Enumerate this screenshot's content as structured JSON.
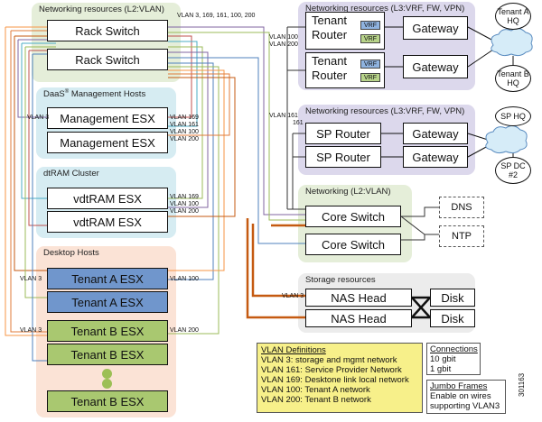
{
  "groups": {
    "l2": "Networking resources (L2:VLAN)",
    "daas": "DaaS",
    "daas_sup": "®",
    "daas_rest": " Management Hosts",
    "dtram": "dtRAM Cluster",
    "desktop": "Desktop Hosts",
    "l3a": "Networking resources (L3:VRF, FW, VPN)",
    "l3b": "Networking resources (L3:VRF, FW, VPN)",
    "core": "Networking (L2:VLAN)",
    "storage": "Storage resources"
  },
  "boxes": {
    "rack1": "Rack Switch",
    "rack2": "Rack Switch",
    "mgmt1": "Management ESX",
    "mgmt2": "Management ESX",
    "vdt1": "vdtRAM ESX",
    "vdt2": "vdtRAM ESX",
    "ta1": "Tenant A ESX",
    "ta2": "Tenant A ESX",
    "tb1": "Tenant B ESX",
    "tb2": "Tenant B ESX",
    "tb3": "Tenant B ESX",
    "tr1_l1": "Tenant",
    "tr1_l2": "Router",
    "tr2_l1": "Tenant",
    "tr2_l2": "Router",
    "vrf": "VRF",
    "gw1": "Gateway",
    "gw2": "Gateway",
    "gw3": "Gateway",
    "gw4": "Gateway",
    "sp1": "SP Router",
    "sp2": "SP Router",
    "core1": "Core Switch",
    "core2": "Core Switch",
    "nas1": "NAS Head",
    "nas2": "NAS Head",
    "disk1": "Disk",
    "disk2": "Disk",
    "dns": "DNS",
    "ntp": "NTP"
  },
  "externals": {
    "ta_hq": "Tenant A HQ",
    "tb_hq": "Tenant B HQ",
    "sp_hq": "SP HQ",
    "sp_dc": "SP DC #2"
  },
  "labels": {
    "vlan_top": "VLAN 3, 169, 161, 100, 200",
    "vlan100": "VLAN 100",
    "vlan200": "VLAN 200",
    "vlan3": "VLAN 3",
    "vlan169": "VLAN 169",
    "vlan161": "VLAN 161",
    "vlan161b": "161",
    "figure_no": "301163"
  },
  "legend": {
    "title": "VLAN Definitions",
    "rows": [
      "VLAN 3: storage and mgmt network",
      "VLAN 161: Service Provider Network",
      "VLAN 169: Desktone link local network",
      "VLAN 100: Tenant A network",
      "VLAN 200: Tenant B network"
    ],
    "conn_title": "Connections",
    "conn_10": "10 gbit",
    "conn_1": "1 gbit",
    "jumbo_title": "Jumbo Frames",
    "jumbo_l1": "Enable on wires",
    "jumbo_l2": "supporting VLAN3"
  },
  "colors": {
    "l2_bg": "#e5eed9",
    "daas_bg": "#d6ecf2",
    "desktop_bg": "#fbe3d6",
    "l3_bg": "#dcd8ec",
    "storage_bg": "#ececec",
    "legend_bg": "#f7f08a",
    "tenantA": "#7096cc",
    "tenantB": "#a9c870"
  }
}
